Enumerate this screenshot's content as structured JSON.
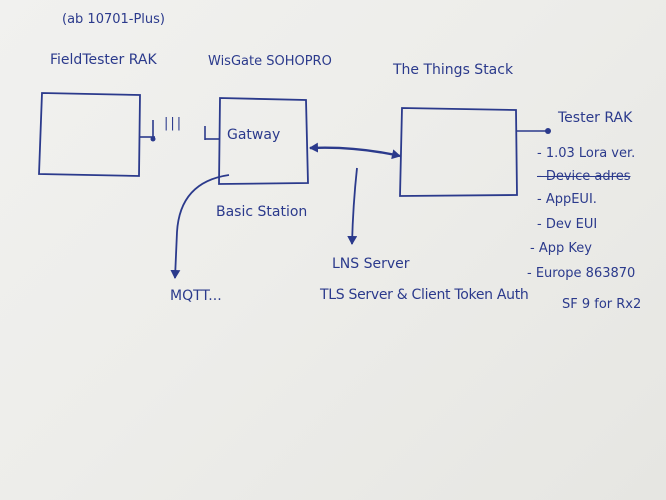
{
  "header": {
    "note": "(ab 10701-Plus)"
  },
  "devices": {
    "field_tester": {
      "title": "FieldTester RAK"
    },
    "gateway": {
      "title": "WisGate SOHOPRO",
      "box_label": "Gatway",
      "sub_label": "Basic Station"
    },
    "network": {
      "title": "The Things Stack"
    }
  },
  "connections": {
    "link_symbol": "|||",
    "mqtt": "MQTT...",
    "lns": "LNS Server",
    "tls": "TLS Server & Client Token Auth"
  },
  "notes": {
    "header": "Tester RAK",
    "items": [
      {
        "text": "- 1.03 Lora ver."
      },
      {
        "text": "- Device adres",
        "struck": true
      },
      {
        "text": "- AppEUI."
      },
      {
        "text": "- Dev EUI"
      },
      {
        "text": "- App Key"
      },
      {
        "text": "- Europe 863870"
      },
      {
        "text": "SF 9 for Rx2"
      }
    ]
  },
  "colors": {
    "ink": "#2b3a8c",
    "paper": "#eeeeeb"
  }
}
